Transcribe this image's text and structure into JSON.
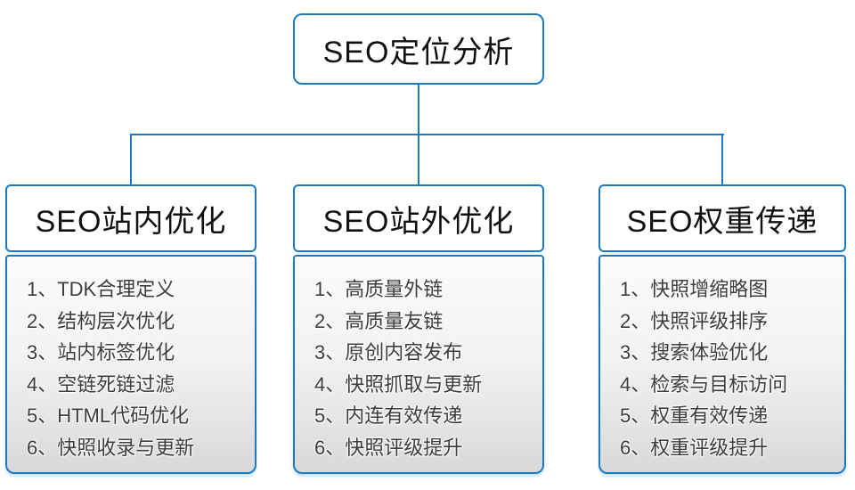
{
  "root": {
    "title": "SEO定位分析"
  },
  "columns": [
    {
      "title": "SEO站内优化",
      "items": [
        "1、TDK合理定义",
        "2、结构层次优化",
        "3、站内标签优化",
        "4、空链死链过滤",
        "5、HTML代码优化",
        "6、快照收录与更新"
      ]
    },
    {
      "title": "SEO站外优化",
      "items": [
        "1、高质量外链",
        "2、高质量友链",
        "3、原创内容发布",
        "4、快照抓取与更新",
        "5、内连有效传递",
        "6、快照评级提升"
      ]
    },
    {
      "title": "SEO权重传递",
      "items": [
        "1、快照增缩略图",
        "2、快照评级排序",
        "3、搜索体验优化",
        "4、检索与目标访问",
        "5、权重有效传递",
        "6、权重评级提升"
      ]
    }
  ],
  "colors": {
    "line_blue": "#1b7ac1",
    "list_text": "#3d3d3d",
    "list_bg_bottom": "#d8d8d8"
  }
}
